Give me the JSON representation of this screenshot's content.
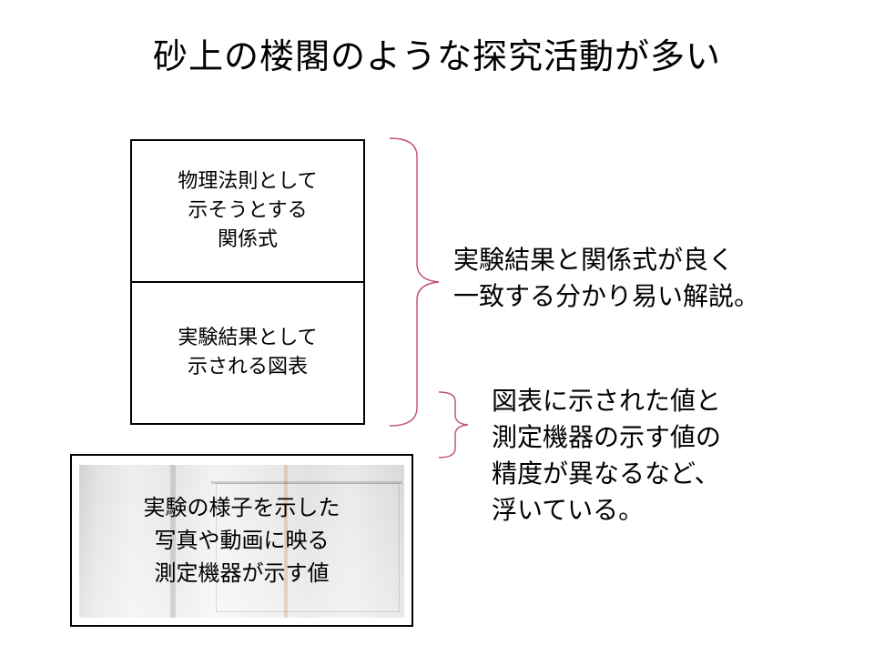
{
  "title": "砂上の楼閣のような探究活動が多い",
  "boxes": {
    "law_relation": "物理法則として\n示そうとする\n関係式",
    "experiment_graph": "実験結果として\n示される図表",
    "photo_caption": "実験の様子を示した\n写真や動画に映る\n測定機器が示す値"
  },
  "notes": {
    "agreement": "実験結果と関係式が良く\n一致する分かり易い解説。",
    "discrepancy": "図表に示された値と\n測定機器の示す値の\n精度が異なるなど、\n浮いている。"
  },
  "colors": {
    "brace": "#c0506e",
    "border": "#000000",
    "text": "#000000"
  }
}
